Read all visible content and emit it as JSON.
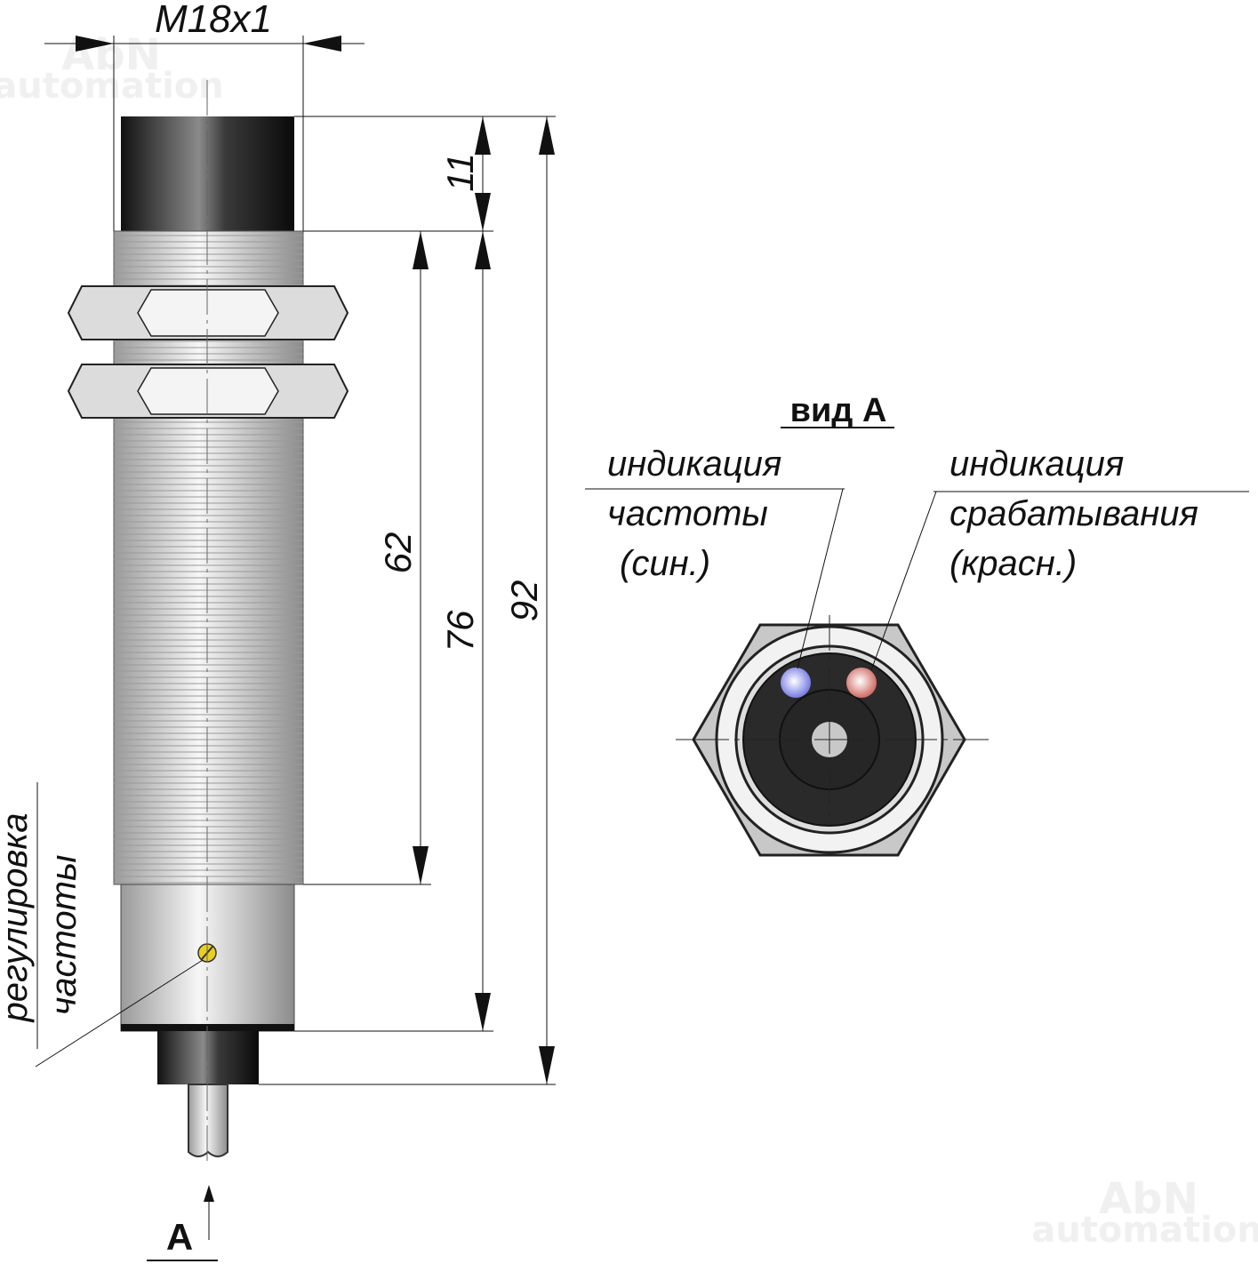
{
  "title": "Sensor M18x1 dimensional drawing",
  "watermark": {
    "line1": "AbN",
    "line2": "automation"
  },
  "dimensions": {
    "thread": "M18x1",
    "cap_length": "11",
    "thread_length": "62",
    "body_length": "76",
    "total_length": "92"
  },
  "labels": {
    "adjust_line1": "регулировка",
    "adjust_line2": "частоты",
    "view_arrow": "A",
    "view_title": "вид А",
    "freq_line1": "индикация",
    "freq_line2": "частоты",
    "freq_line3": "(син.)",
    "trig_line1": "индикация",
    "trig_line2": "срабатывания",
    "trig_line3": "(красн.)"
  },
  "colors": {
    "led_blue": "#7f86e6",
    "led_red": "#d9736f",
    "screw": "#e8d020",
    "body_dark": "#2a2a2a"
  }
}
